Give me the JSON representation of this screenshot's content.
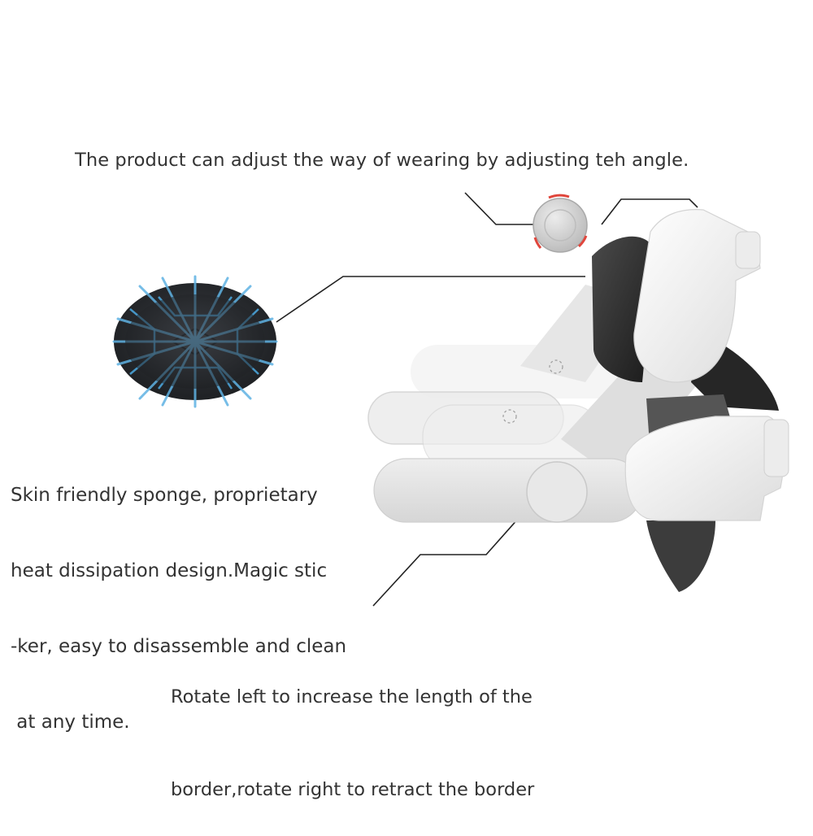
{
  "captions": {
    "angle_adjust": "The product can adjust the way of wearing by adjusting teh angle.",
    "sponge": [
      "Skin friendly sponge, proprietary",
      "heat dissipation design.Magic stic",
      "-ker, easy to disassemble and clean",
      " at any time."
    ],
    "rotate_length": [
      "Rotate left to increase the length of the",
      "border,rotate right to retract the border"
    ]
  },
  "illustrations": {
    "sponge_pad": {
      "label": "heat-dissipation sponge pad",
      "pad_color": "#2a2d31",
      "arrow_color": "#4aa3d8"
    },
    "rotation_knob": {
      "label": "angle adjustment knob",
      "knob_color": "#d6d6d6",
      "arrow_color": "#e0463c"
    },
    "head_strap": {
      "label": "VR head strap with adjustable arms",
      "shell_color": "#f2f2f2",
      "pad_color": "#2b2b2b"
    }
  },
  "callout_line_color": "#222222"
}
